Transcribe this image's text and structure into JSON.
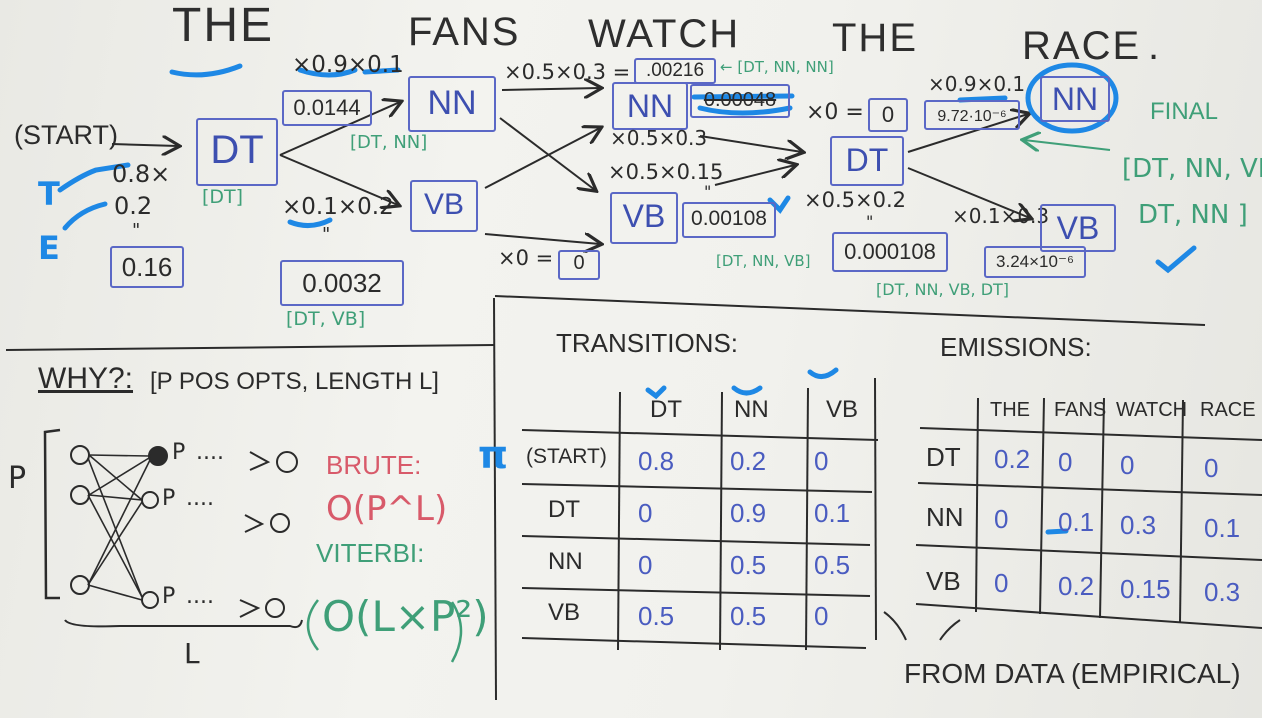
{
  "sentence": {
    "w1": "THE",
    "w2": "FANS",
    "w3": "WATCH",
    "w4": "THE",
    "w5": "RACE",
    "dot": "."
  },
  "start": {
    "label": "(START)",
    "mult1": "0.8×",
    "mult2": "0.2",
    "eq": "\"",
    "result": "0.16",
    "t_letter": "T",
    "e_letter": "E"
  },
  "col1": {
    "tag": "DT",
    "path": "[DT]"
  },
  "col2": {
    "nn_calc": "×0.9×0.1",
    "nn_prob": "0.0144",
    "nn_tag": "NN",
    "nn_path": "[DT, NN]",
    "vb_calc": "×0.1×0.2",
    "vb_eq": "\"",
    "vb_prob": "0.0032",
    "vb_tag": "VB",
    "vb_path": "[DT, VB]"
  },
  "col3": {
    "top_calc": "×0.5×0.3 =",
    "top_prob": ".00216",
    "top_path": "← [DT, NN, NN]",
    "nn_tag": "NN",
    "nn_crossed": "0.00048",
    "mid_calc1": "×0.5×0.3",
    "mid_calc2": "×0.5×0.15",
    "vb_tag": "VB",
    "vb_eq": "\"",
    "vb_prob": "0.00108",
    "vb_path": "[DT, NN, VB]",
    "bottom_calc": "×0 =",
    "bottom_prob": "0"
  },
  "col4": {
    "nn_calc": "×0 =",
    "nn_prob": "0",
    "dt_tag": "DT",
    "dt_calc": "×0.5×0.2",
    "dt_eq": "\"",
    "dt_prob": "0.000108",
    "dt_path": "[DT, NN, VB, DT]"
  },
  "col5": {
    "nn_calc": "×0.9×0.1",
    "nn_prob": "9.72·10⁻⁶",
    "nn_tag": "NN",
    "vb_calc": "×0.1×0.3",
    "vb_prob": "3.24×10⁻⁶",
    "vb_tag": "VB"
  },
  "final": {
    "label": "FINAL",
    "path1": "[DT, NN, VB,",
    "path2": "DT, NN ]"
  },
  "why": {
    "title": "WHY?:",
    "desc": "[P POS OPTS, LENGTH L]",
    "p_label": "P",
    "l_label": "L",
    "node": "P",
    "dots": "....",
    "brute_label": "BRUTE:",
    "brute_cost": "O(P^L)",
    "viterbi_label": "VITERBI:",
    "viterbi_cost": "O(L×P²)"
  },
  "transitions": {
    "title": "TRANSITIONS:",
    "pi": "π",
    "cols": [
      "DT",
      "NN",
      "VB"
    ],
    "rows": [
      {
        "label": "(START)",
        "vals": [
          "0.8",
          "0.2",
          "0"
        ]
      },
      {
        "label": "DT",
        "vals": [
          "0",
          "0.9",
          "0.1"
        ]
      },
      {
        "label": "NN",
        "vals": [
          "0",
          "0.5",
          "0.5"
        ]
      },
      {
        "label": "VB",
        "vals": [
          "0.5",
          "0.5",
          "0"
        ]
      }
    ]
  },
  "emissions": {
    "title": "EMISSIONS:",
    "cols": [
      "THE",
      "FANS",
      "WATCH",
      "RACE"
    ],
    "rows": [
      {
        "label": "DT",
        "vals": [
          "0.2",
          "0",
          "0",
          "0"
        ]
      },
      {
        "label": "NN",
        "vals": [
          "0",
          "0.1",
          "0.3",
          "0.1"
        ]
      },
      {
        "label": "VB",
        "vals": [
          "0",
          "0.2",
          "0.15",
          "0.3"
        ]
      }
    ]
  },
  "footer": "FROM DATA (EMPIRICAL)",
  "colors": {
    "marker_black": "#2b2b2b",
    "marker_blue": "#3d4fb0",
    "marker_green": "#3f9f78",
    "marker_red": "#d85a6a",
    "highlight": "#1e88e5"
  }
}
